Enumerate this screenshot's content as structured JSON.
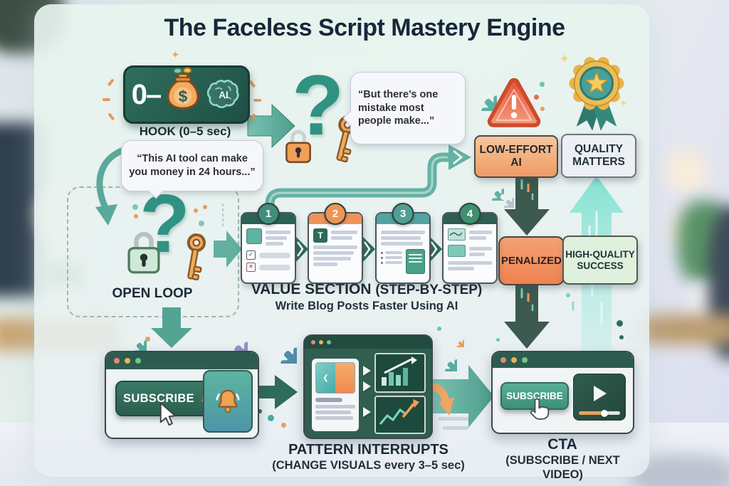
{
  "title": "The Faceless Script Mastery Engine",
  "hook": {
    "badge_number": "0–",
    "money_symbol": "$",
    "ai_chip": "AI",
    "label": "HOOK",
    "label_detail": "(0–5 sec)",
    "quote": "“This AI tool can make you money in 24 hours...”"
  },
  "mistake_quote": "“But there’s one mistake most people make...”",
  "open_loop": {
    "label": "OPEN LOOP"
  },
  "value_section": {
    "label": "VALUE SECTION",
    "label_detail": "(STEP-BY-STEP)",
    "subtitle": "Write Blog Posts Faster Using AI",
    "steps": [
      {
        "number": "1"
      },
      {
        "number": "2",
        "tile_letter": "T"
      },
      {
        "number": "3"
      },
      {
        "number": "4"
      }
    ]
  },
  "risk_path": {
    "top": "LOW-EFFORT AI",
    "bottom": "PENALIZED"
  },
  "reward_path": {
    "top": "QUALITY MATTERS",
    "bottom": "HIGH-QUALITY SUCCESS"
  },
  "subscribe_window": {
    "button": "SUBSCRIBE"
  },
  "pattern_interrupts": {
    "label": "PATTERN INTERRUPTS",
    "detail": "(CHANGE VISUALS every 3–5 sec)"
  },
  "cta": {
    "button": "SUBSCRIBE",
    "label": "CTA",
    "detail": "(SUBSCRIBE / NEXT VIDEO)"
  },
  "symbols": {
    "question": "?",
    "check": "✓",
    "cross": "✕",
    "sparkle": "✦",
    "chevron": "❮"
  },
  "icons": {
    "money_bag": "money-bag-icon",
    "brain_ai": "ai-brain-icon",
    "lock": "lock-icon",
    "key": "key-icon",
    "warning": "warning-triangle-icon",
    "award": "award-medal-icon",
    "gear": "gear-icon",
    "bell": "bell-icon",
    "cursor": "arrow-cursor-icon",
    "hand": "hand-cursor-icon",
    "play": "play-icon"
  },
  "colors": {
    "teal": "#3f9486",
    "dark_teal": "#2c5c50",
    "orange": "#f09a5e",
    "alert_red": "#e8603c",
    "gold": "#e9b64e",
    "navy_text": "#16273a",
    "success_green": "#dff0dc",
    "penalty_arrow": "#3c5a4d"
  }
}
